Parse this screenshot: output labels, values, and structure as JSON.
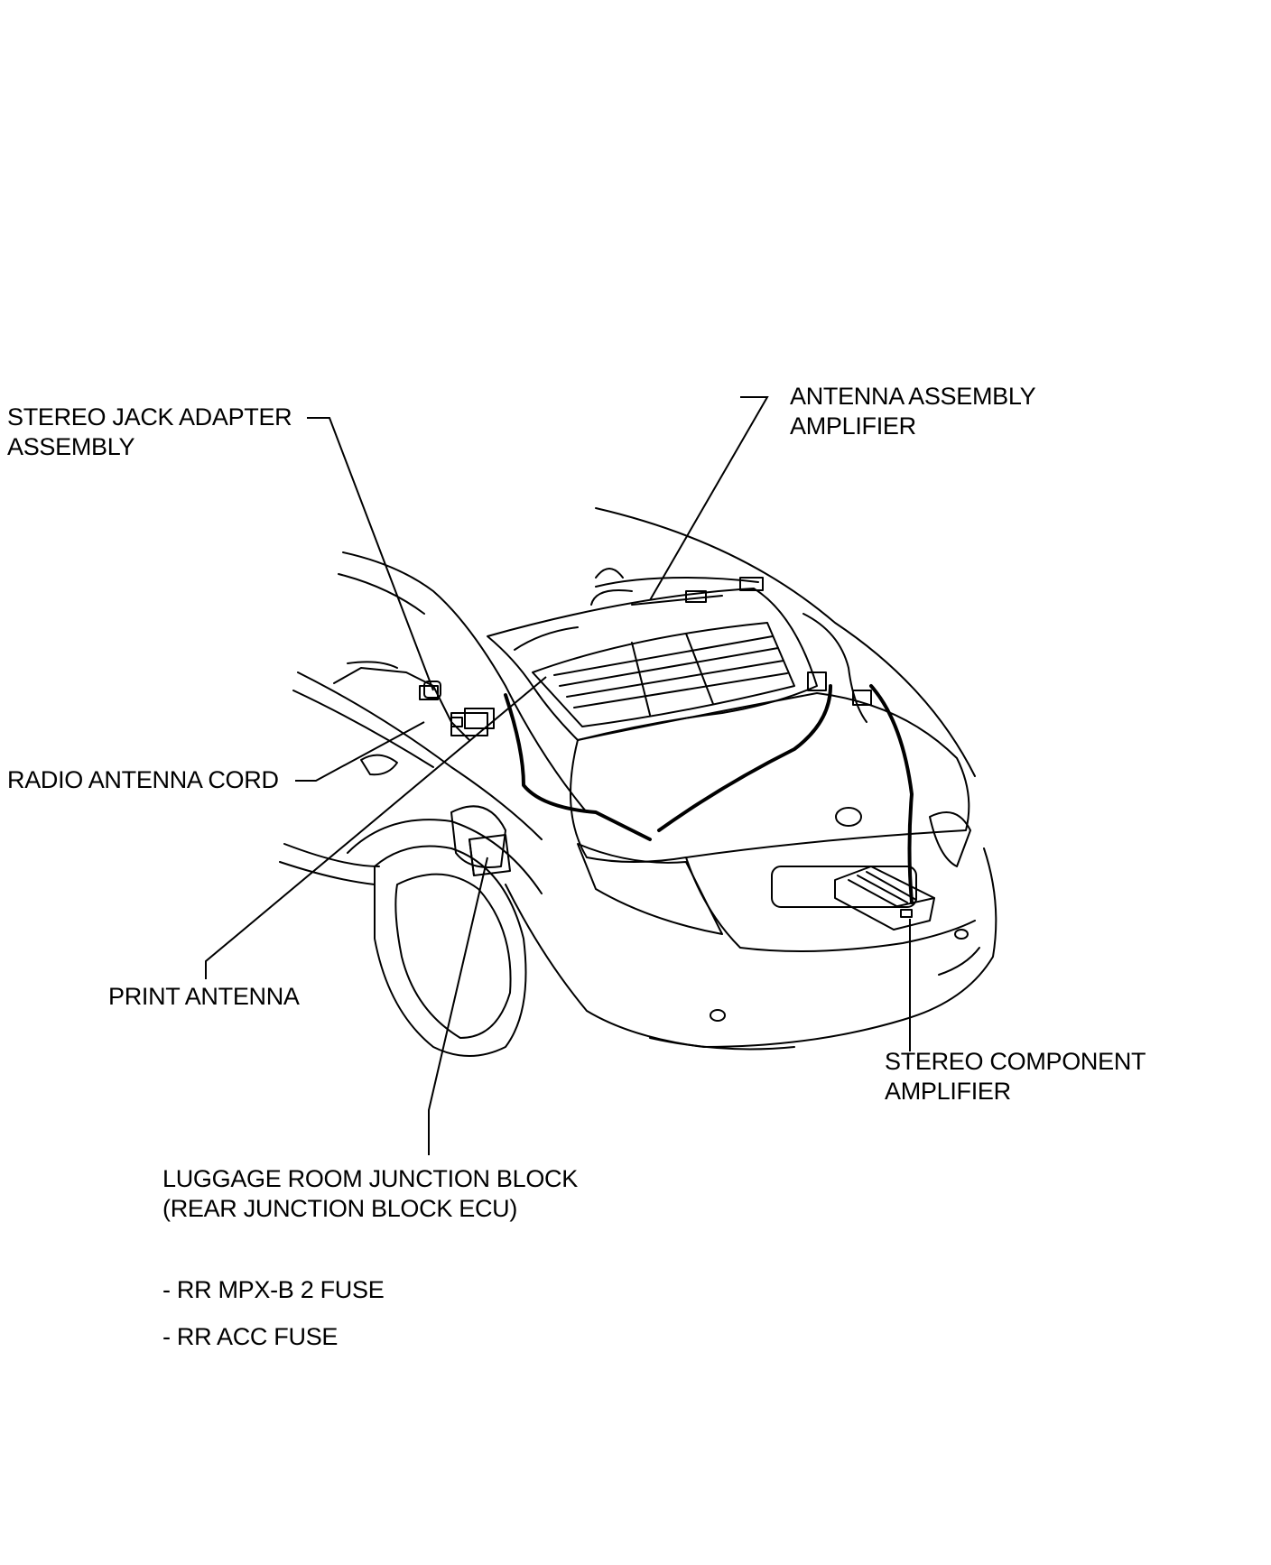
{
  "labels": {
    "stereo_jack": {
      "line1": "STEREO JACK ADAPTER",
      "line2": "ASSEMBLY"
    },
    "antenna_amp": {
      "line1": "ANTENNA ASSEMBLY",
      "line2": "AMPLIFIER"
    },
    "radio_cord": {
      "line1": "RADIO ANTENNA CORD"
    },
    "print_antenna": {
      "line1": "PRINT ANTENNA"
    },
    "stereo_amp": {
      "line1": "STEREO COMPONENT",
      "line2": "AMPLIFIER"
    },
    "junction_block": {
      "line1": "LUGGAGE ROOM JUNCTION BLOCK",
      "line2": "(REAR JUNCTION BLOCK ECU)"
    },
    "fuses": [
      "- RR MPX-B 2 FUSE",
      "- RR ACC FUSE"
    ]
  }
}
